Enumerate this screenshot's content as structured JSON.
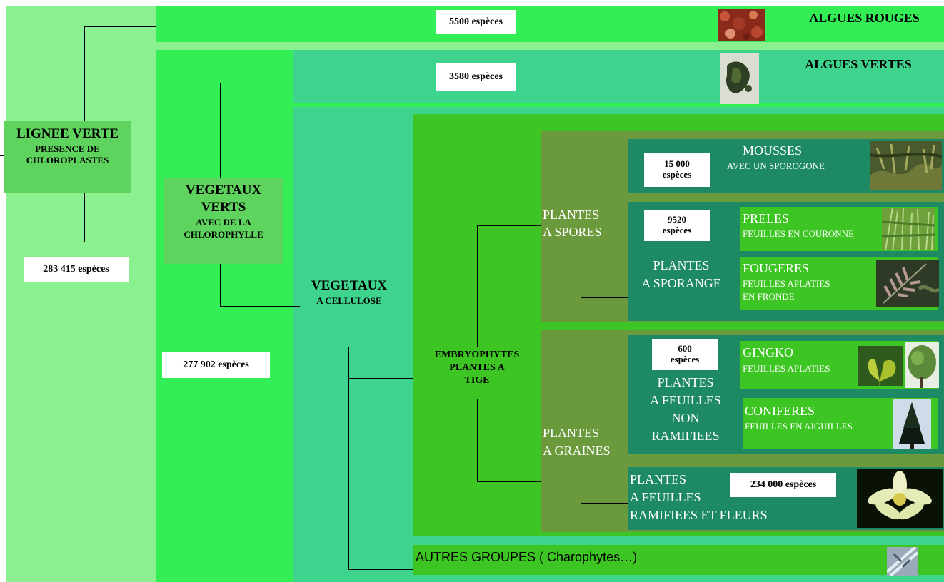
{
  "colors": {
    "outer": "#8bf08f",
    "bright_green": "#34ee55",
    "teal": "#3fd48e",
    "leaf_green": "#3dc623",
    "olive": "#6b9a3c",
    "dark_teal": "#1e8a63",
    "label_box": "#5ed35e"
  },
  "lignee": {
    "title": "LIGNEE VERTE",
    "subtitle_1": "PRESENCE DE",
    "subtitle_2": "CHLOROPLASTES",
    "count": "283 415 espèces"
  },
  "algues_rouges": {
    "name": "ALGUES ROUGES",
    "count": "5500 espèces",
    "image": "red-algae-photo"
  },
  "algues_vertes": {
    "name": "ALGUES VERTES",
    "count": "3580  espèces",
    "image": "green-algae-photo"
  },
  "vegetaux_verts": {
    "title_1": "VEGETAUX",
    "title_2": "VERTS",
    "subtitle_1": "AVEC DE LA",
    "subtitle_2": "CHLOROPHYLLE",
    "count": "277 902 espèces"
  },
  "vegetaux_cellulose": {
    "title": "VEGETAUX",
    "subtitle": "A CELLULOSE"
  },
  "embryophytes": {
    "line_1": "EMBRYOPHYTES",
    "line_2": "PLANTES A",
    "line_3": "TIGE"
  },
  "plantes_spores": {
    "line_1": "PLANTES",
    "line_2": "A SPORES"
  },
  "mousses": {
    "name": "MOUSSES",
    "desc": "AVEC UN SPOROGONE",
    "count_1": "15 000",
    "count_2": "espèces",
    "image": "moss-photo"
  },
  "plantes_sporange": {
    "line_1": "PLANTES",
    "line_2": "A SPORANGE",
    "count_1": "9520",
    "count_2": "espèces"
  },
  "preles": {
    "name": "PRELES",
    "desc": "FEUILLES EN COURONNE",
    "image": "horsetail-photo"
  },
  "fougeres": {
    "name": "FOUGERES",
    "desc_1": "FEUILLES APLATIES",
    "desc_2": "EN FRONDE",
    "image": "fern-photo"
  },
  "plantes_graines": {
    "line_1": "PLANTES",
    "line_2": "A GRAINES"
  },
  "feuilles_non_ramifiees": {
    "line_1": "PLANTES",
    "line_2": "A FEUILLES",
    "line_3": "NON",
    "line_4": "RAMIFIEES",
    "count_1": "600",
    "count_2": "espèces"
  },
  "gingko": {
    "name": "GINGKO",
    "desc": "FEUILLES APLATIES",
    "image_1": "ginkgo-leaf-photo",
    "image_2": "ginkgo-tree-photo"
  },
  "coniferes": {
    "name": "CONIFERES",
    "desc": "FEUILLES EN AIGUILLES",
    "image": "conifer-photo"
  },
  "feuilles_ramifiees": {
    "line_1": "PLANTES",
    "line_2": "A FEUILLES",
    "line_3": "RAMIFIEES ET FLEURS",
    "count": "234 000 espèces",
    "image": "flower-photo"
  },
  "autres": {
    "label": "AUTRES GROUPES ( Charophytes…)",
    "image": "charophyte-photo"
  }
}
